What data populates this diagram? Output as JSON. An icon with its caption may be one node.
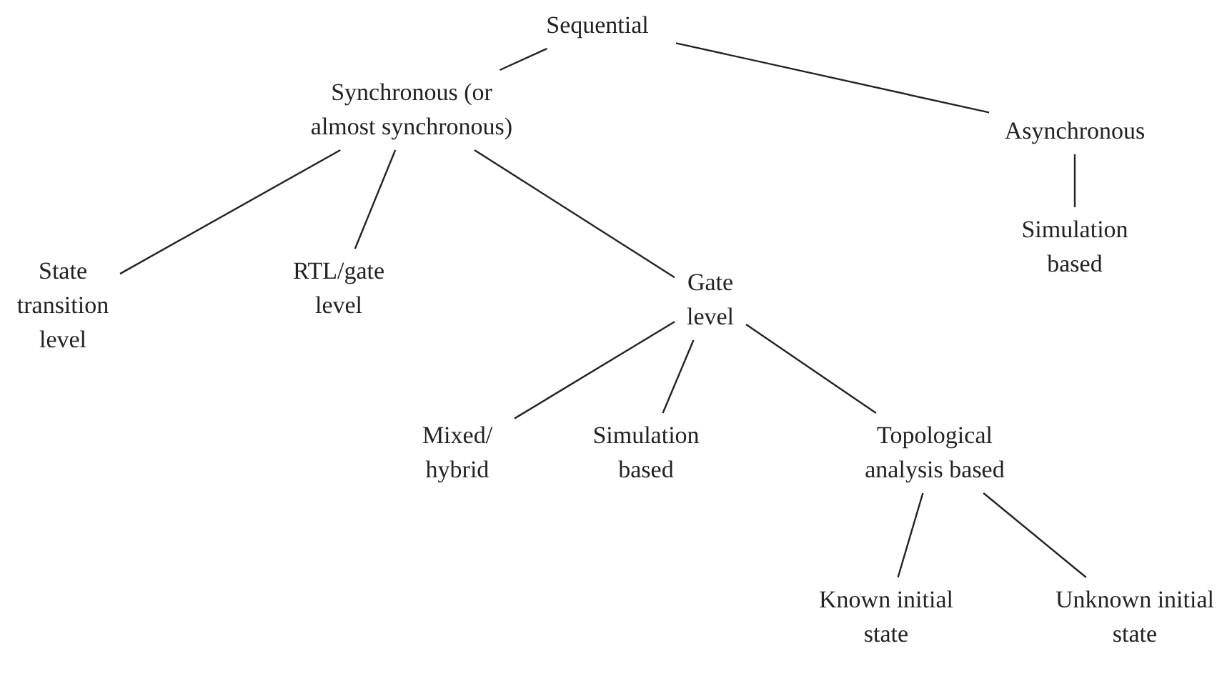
{
  "diagram": {
    "nodes": [
      {
        "text": [
          "Sequential"
        ]
      },
      {
        "text": [
          "Synchronous (or almost synchronous)"
        ]
      },
      {
        "text": [
          "Asynchronous"
        ]
      },
      {
        "text": [
          "Simulation based"
        ]
      },
      {
        "text": [
          "State transition level"
        ]
      },
      {
        "text": [
          "RTL/gate level"
        ]
      },
      {
        "text": [
          "Gate level"
        ]
      },
      {
        "text": [
          "Mixed/ hybrid"
        ]
      },
      {
        "text": [
          "Simulation based"
        ]
      },
      {
        "text": [
          "Topological analysis based"
        ]
      },
      {
        "text": [
          "Known initial state"
        ]
      },
      {
        "text": [
          "Unknown initial state"
        ]
      }
    ],
    "edges": [
      {
        "from": 0,
        "to": 1,
        "arrow": "none"
      },
      {
        "from": 0,
        "to": 2,
        "arrow": "none"
      },
      {
        "from": 1,
        "to": 4,
        "arrow": "none"
      },
      {
        "from": 1,
        "to": 5,
        "arrow": "none"
      },
      {
        "from": 1,
        "to": 6,
        "arrow": "none"
      },
      {
        "from": 2,
        "to": 3,
        "arrow": "none"
      },
      {
        "from": 6,
        "to": 7,
        "arrow": "none"
      },
      {
        "from": 6,
        "to": 8,
        "arrow": "none"
      },
      {
        "from": 6,
        "to": 9,
        "arrow": "none"
      },
      {
        "from": 9,
        "to": 10,
        "arrow": "none"
      },
      {
        "from": 9,
        "to": 11,
        "arrow": "none"
      }
    ]
  }
}
